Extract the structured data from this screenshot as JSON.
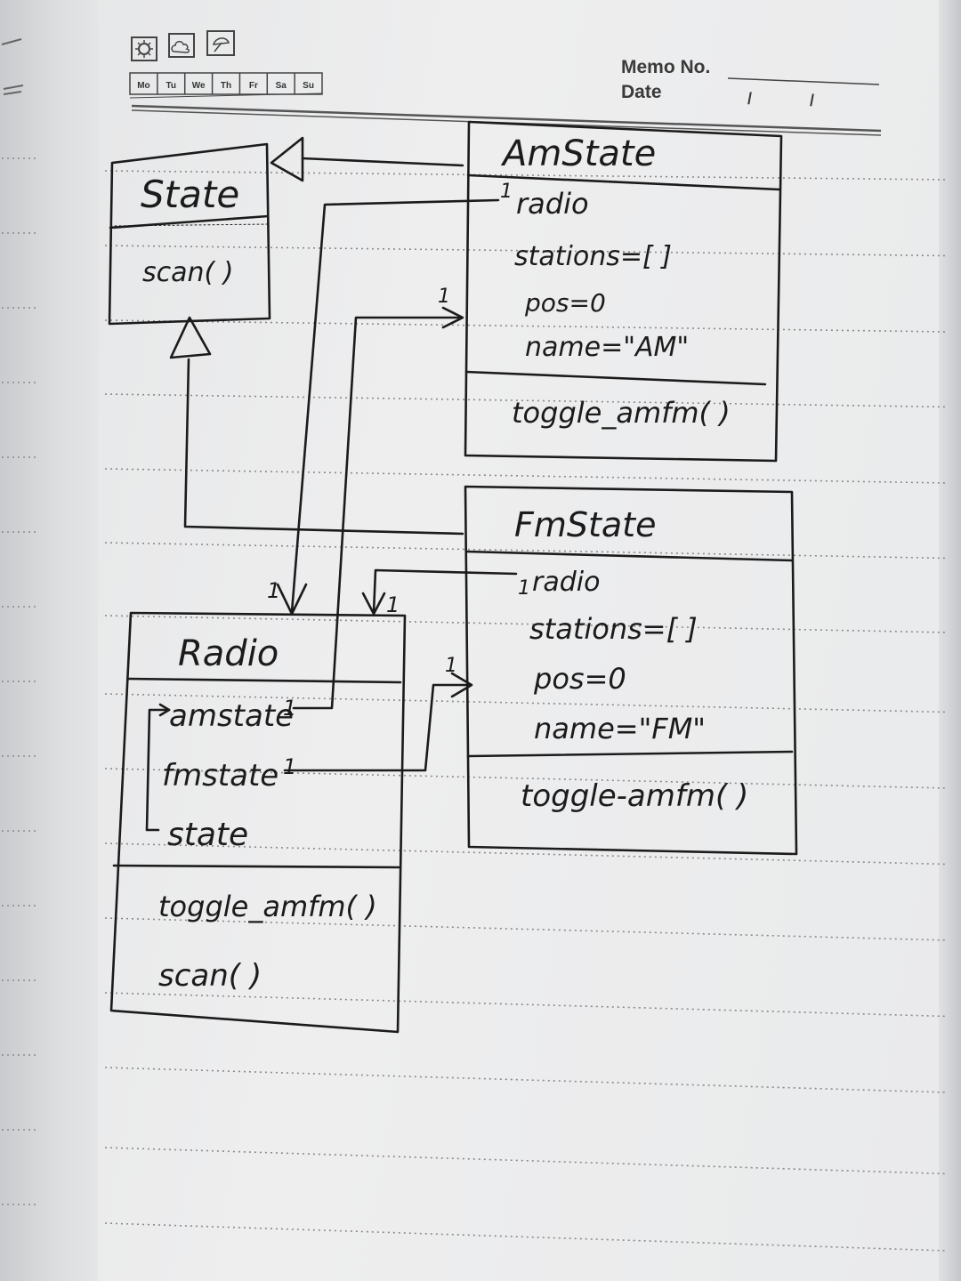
{
  "header": {
    "memo_label": "Memo No.",
    "date_label": "Date",
    "date_separators": [
      "/",
      "/"
    ],
    "weekdays": [
      "Mo",
      "Tu",
      "We",
      "Th",
      "Fr",
      "Sa",
      "Su"
    ],
    "weather_icons": [
      "sun-icon",
      "cloud-icon",
      "umbrella-icon"
    ]
  },
  "diagram": {
    "state_class": {
      "name": "State",
      "methods": [
        "scan( )"
      ]
    },
    "amstate_class": {
      "name": "AmState",
      "attributes": [
        "radio",
        "stations=[ ]",
        "pos=0",
        "name=\"AM\""
      ],
      "methods": [
        "toggle_amfm( )"
      ]
    },
    "fmstate_class": {
      "name": "FmState",
      "attributes": [
        "radio",
        "stations=[ ]",
        "pos=0",
        "name=\"FM\""
      ],
      "methods": [
        "toggle-amfm( )"
      ]
    },
    "radio_class": {
      "name": "Radio",
      "attributes": [
        "amstate",
        "fmstate",
        "state"
      ],
      "methods": [
        "toggle_amfm( )",
        "scan( )"
      ]
    },
    "multiplicity": "1"
  }
}
